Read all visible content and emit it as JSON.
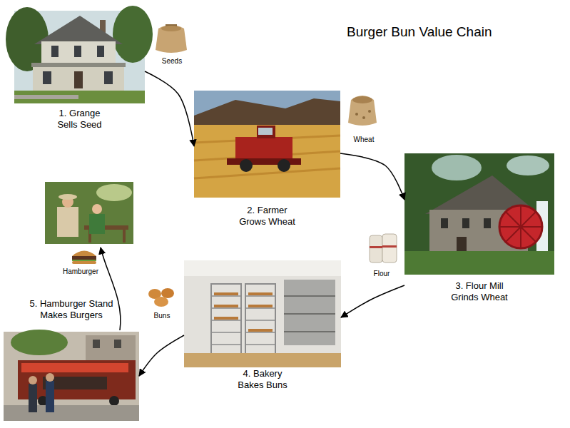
{
  "diagram": {
    "title": "Burger Bun Value Chain",
    "nodes": [
      {
        "text": [
          "1. Grange Sells Seed"
        ]
      },
      {
        "text": [
          "2. Farmer Grows Wheat"
        ]
      },
      {
        "text": [
          "3. Flour Mill Grinds Wheat"
        ]
      },
      {
        "text": [
          "4. Bakery Bakes Buns"
        ]
      },
      {
        "text": [
          "5. Hamburger Stand Makes Burgers"
        ]
      }
    ],
    "edges": [
      {
        "from": 0,
        "to": 1,
        "label": "Seeds",
        "arrow": "to"
      },
      {
        "from": 1,
        "to": 2,
        "label": "Wheat",
        "arrow": "to"
      },
      {
        "from": 2,
        "to": 3,
        "label": "Flour",
        "arrow": "to"
      },
      {
        "from": 3,
        "to": 4,
        "label": "Buns",
        "arrow": "to"
      }
    ],
    "labels": [
      "Hamburger"
    ]
  }
}
